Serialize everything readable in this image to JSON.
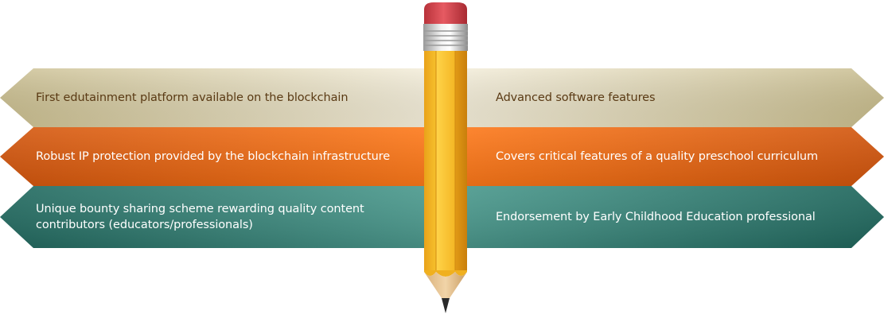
{
  "rows": [
    {
      "left": "First edutainment platform available on the blockchain",
      "right": "Advanced software features"
    },
    {
      "left": "Robust IP protection provided by the blockchain infrastructure",
      "right": "Covers critical features of a quality preschool curriculum"
    },
    {
      "left": "Unique bounty sharing scheme rewarding quality content contributors (educators/professionals)",
      "right": "Endorsement by Early Childhood Education professional"
    }
  ],
  "colors": {
    "row_1": "#cdc191",
    "row_2": "#e46414",
    "row_3": "#2f7a70",
    "pencil_body": "#f0ac1c",
    "eraser": "#d23b44"
  },
  "icons": [
    "pencil-icon"
  ]
}
